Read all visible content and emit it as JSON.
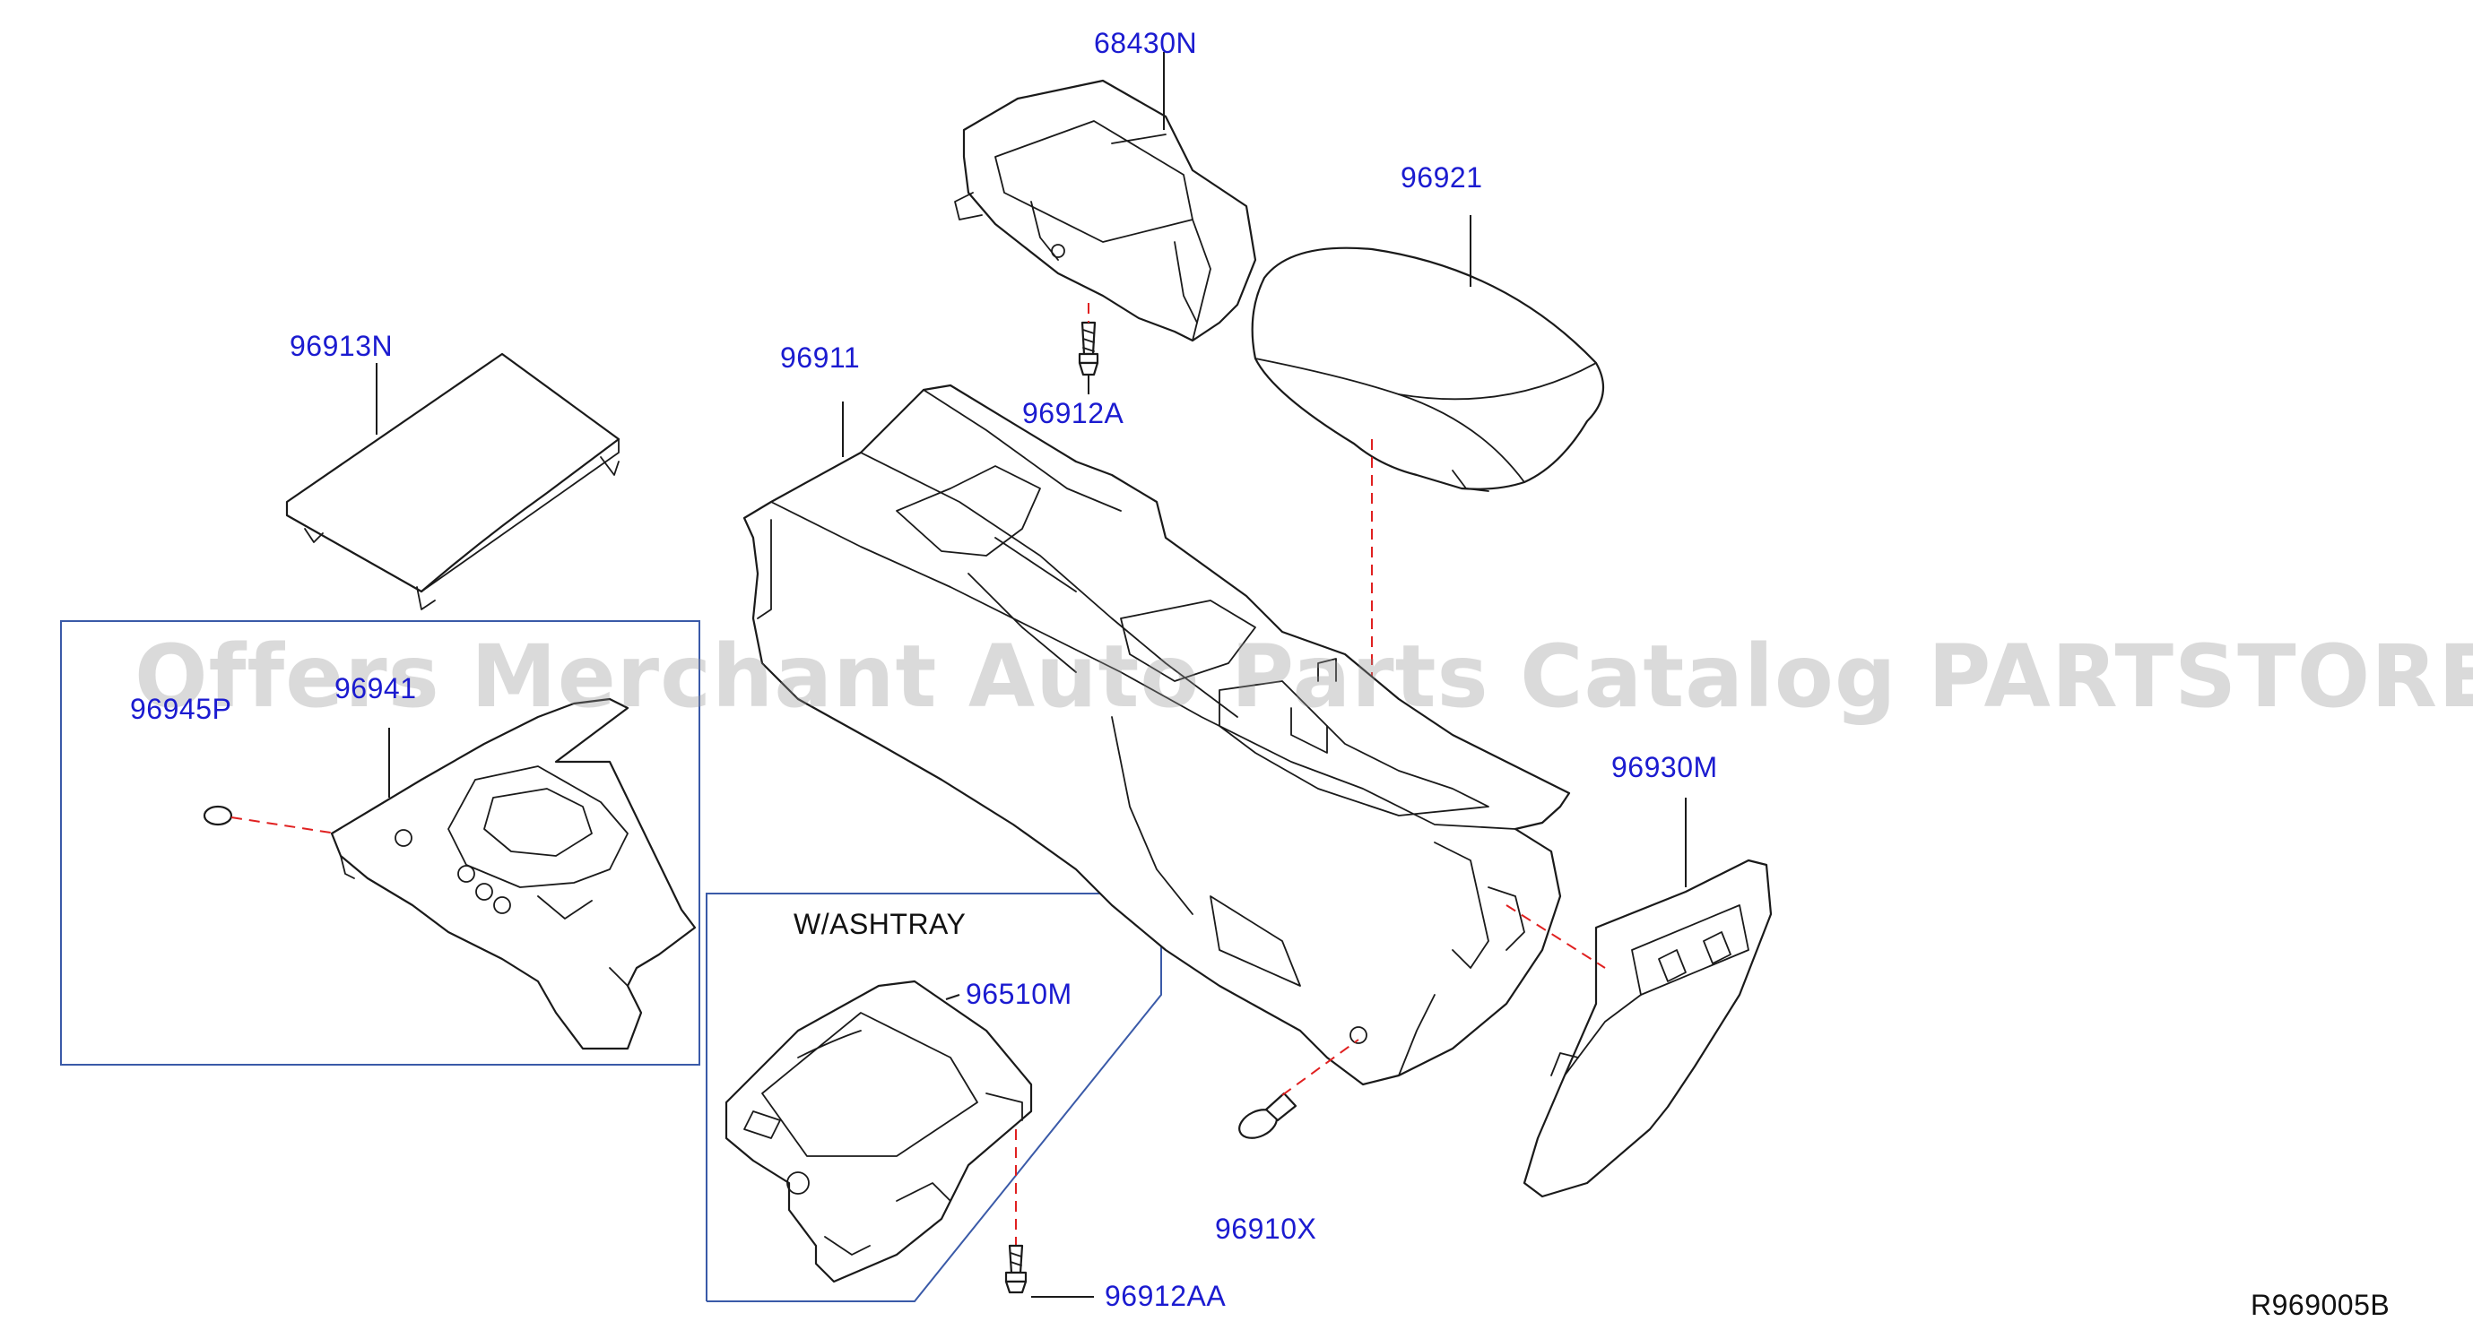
{
  "labels": {
    "p68430N": "68430N",
    "p96921": "96921",
    "p96913N": "96913N",
    "p96911": "96911",
    "p96912A": "96912A",
    "p96941": "96941",
    "p96945P": "96945P",
    "p96930M": "96930M",
    "p96510M": "96510M",
    "p96910X": "96910X",
    "p96912AA": "96912AA"
  },
  "variant_note": "W/ASHTRAY",
  "diagram_code": "R969005B",
  "watermark": "Offers Merchant Auto Parts Catalog PARTSTORE.SA",
  "colors": {
    "label": "#1b1bd0",
    "dashed_line": "#e02020",
    "frame": "#3a5aa8",
    "watermark": "#969696"
  }
}
